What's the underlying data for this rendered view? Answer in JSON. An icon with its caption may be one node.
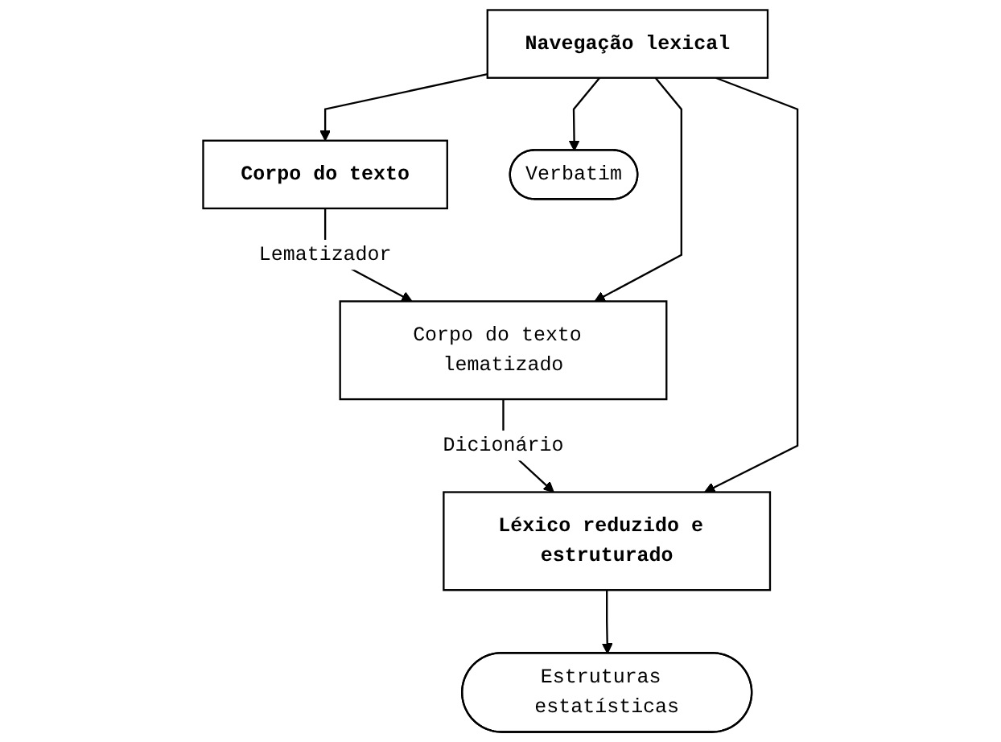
{
  "diagram": {
    "nodes": [
      {
        "text": [
          "Corpo do texto"
        ]
      },
      {
        "text": [
          "Corpo do texto lematizado"
        ]
      },
      {
        "text": [
          "Navegação lexical"
        ]
      },
      {
        "text": [
          "Verbatim"
        ]
      },
      {
        "text": [
          "Léxico reduzido e estruturado"
        ]
      },
      {
        "text": [
          "Estruturas estatísticas"
        ]
      }
    ],
    "edges": [
      {
        "from": 0,
        "to": 1,
        "arrow": "to",
        "label": "Lematizador"
      },
      {
        "from": 1,
        "to": 4,
        "arrow": "to",
        "label": "Dicionário"
      },
      {
        "from": 2,
        "to": 0,
        "arrow": "to"
      },
      {
        "from": 2,
        "to": 1,
        "arrow": "to"
      },
      {
        "from": 2,
        "to": 3,
        "arrow": "to"
      },
      {
        "from": 2,
        "to": 4,
        "arrow": "to"
      },
      {
        "from": 4,
        "to": 5,
        "arrow": "to"
      }
    ]
  }
}
